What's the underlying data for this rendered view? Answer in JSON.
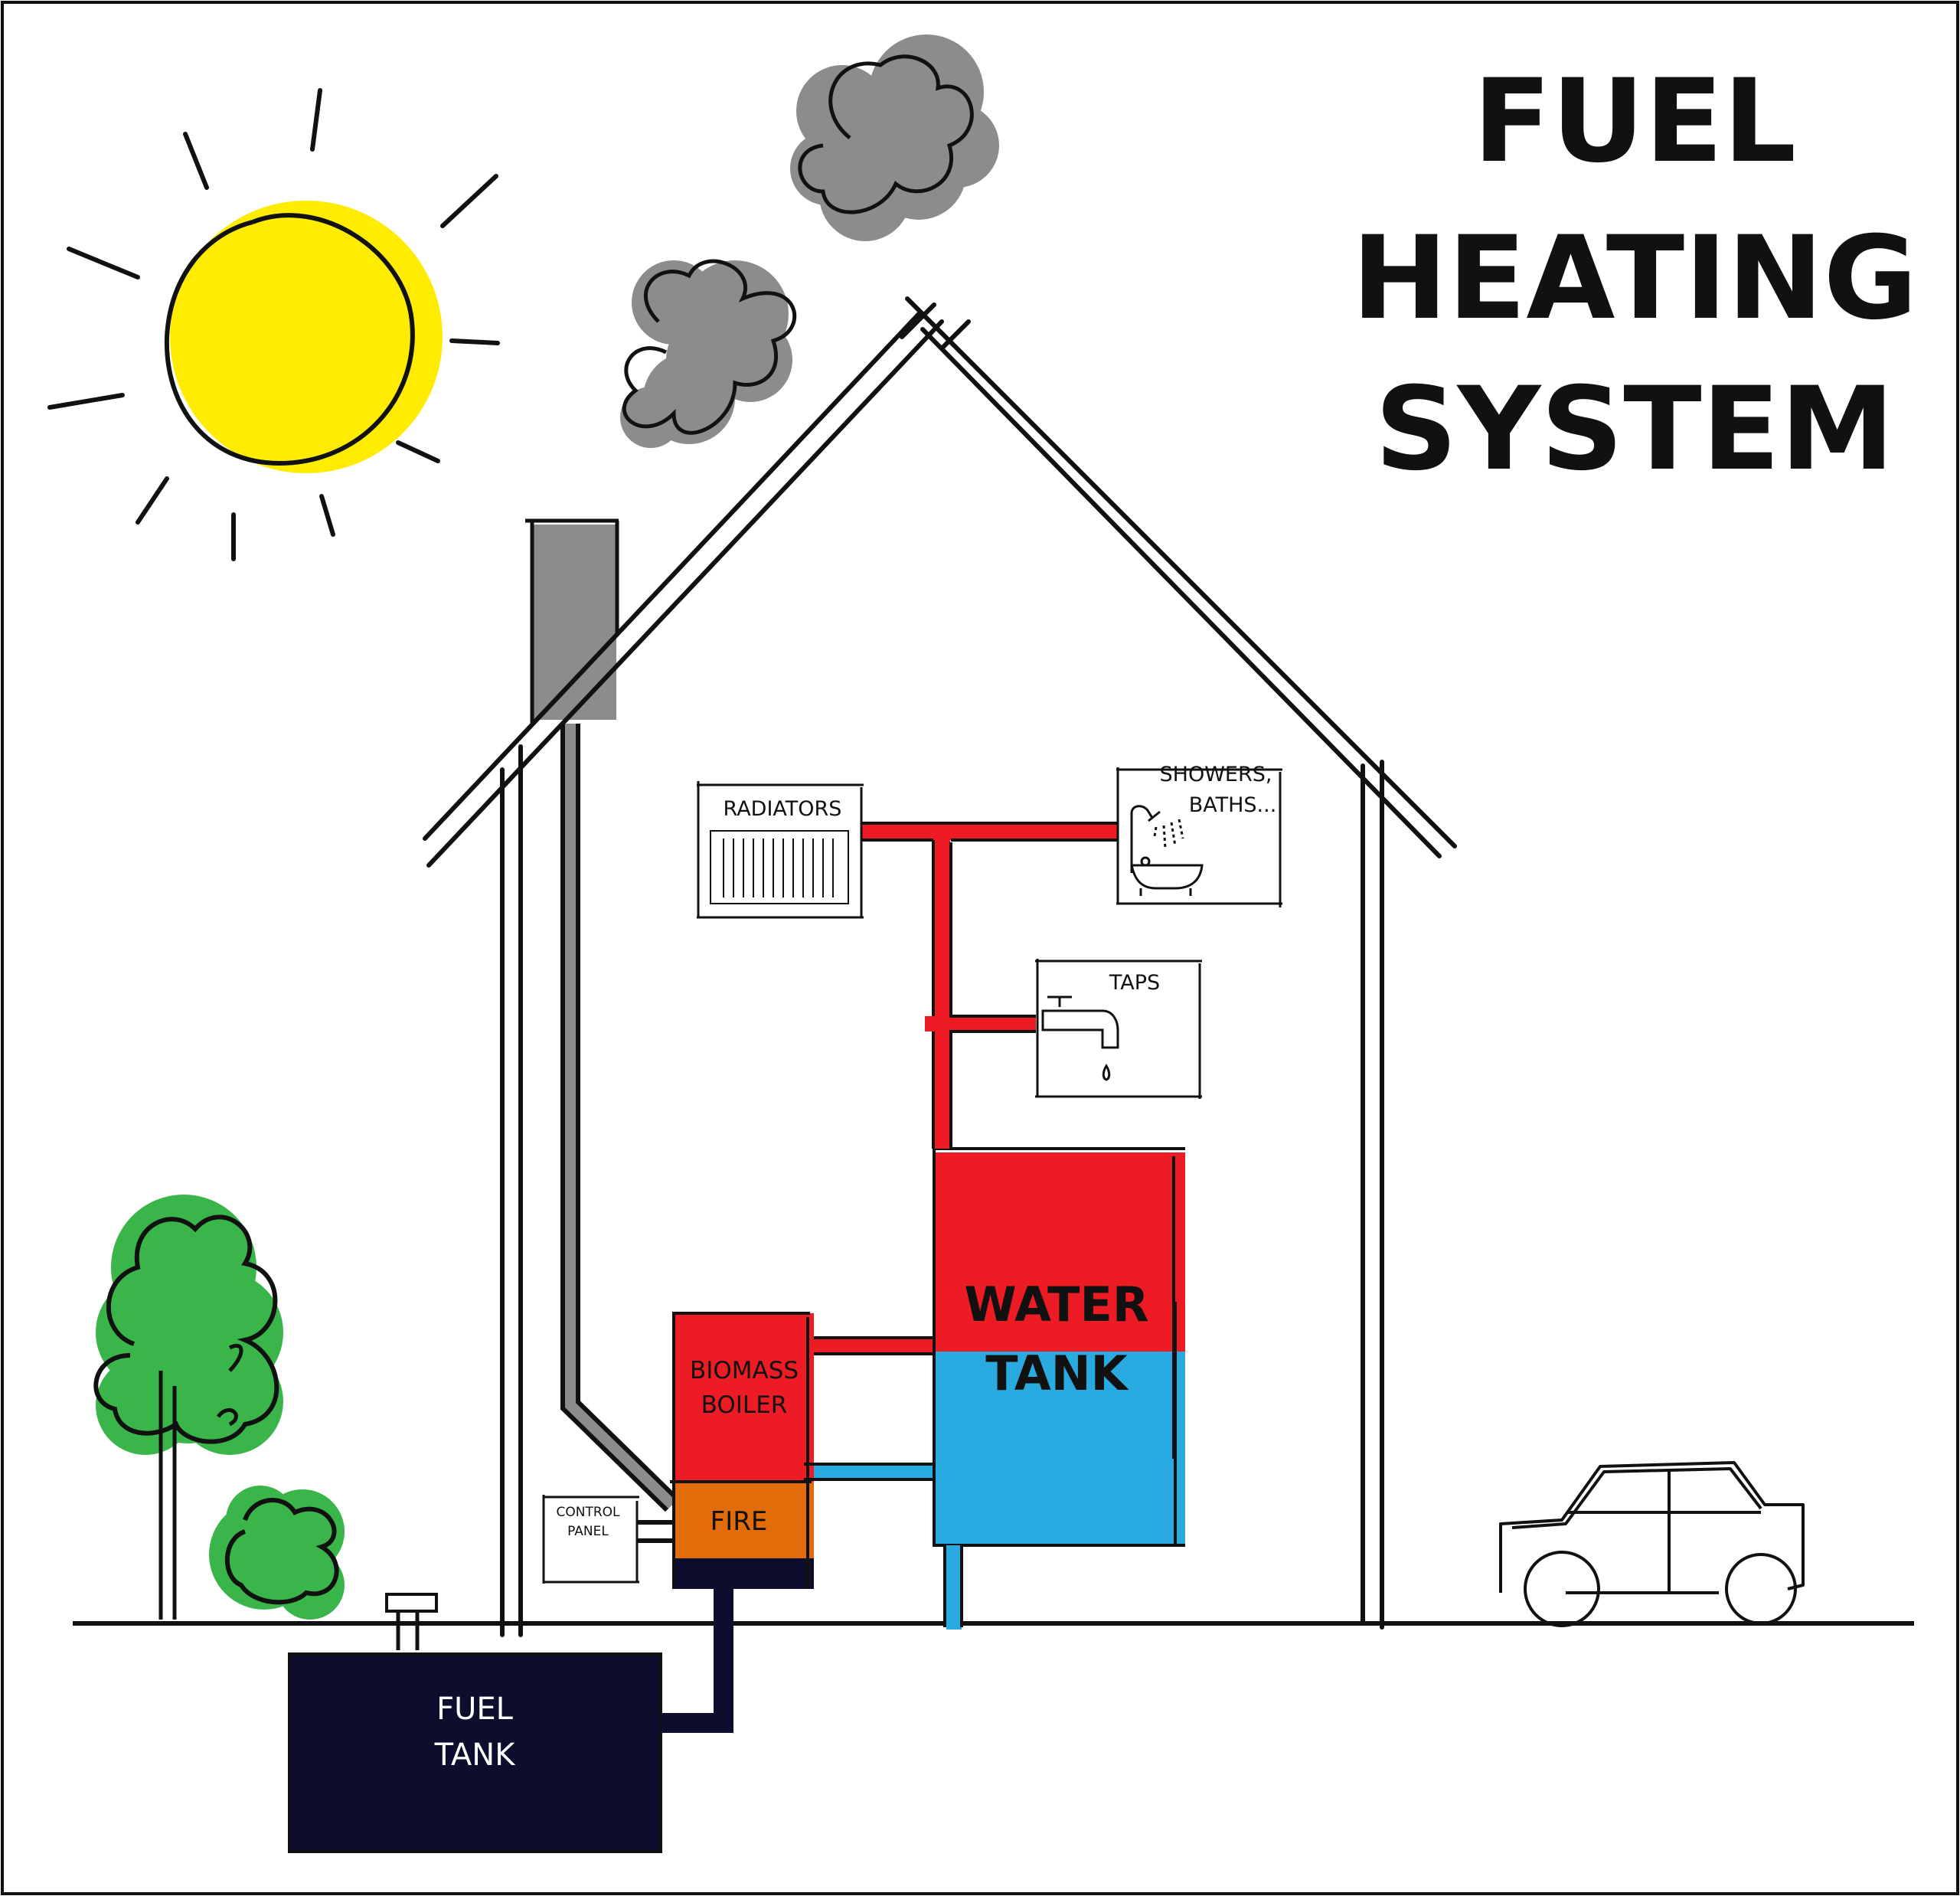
{
  "title": {
    "line1": "FUEL",
    "line2": "HEATING",
    "line3": "SYSTEM"
  },
  "labels": {
    "radiators": "RADIATORS",
    "showers_line1": "SHOWERS,",
    "showers_line2": "BATHS...",
    "taps": "TAPS",
    "water_tank_line1": "WATER",
    "water_tank_line2": "TANK",
    "boiler_line1": "BIOMASS",
    "boiler_line2": "BOILER",
    "fire": "FIRE",
    "control_panel_line1": "CONTROL",
    "control_panel_line2": "PANEL",
    "fuel_tank_line1": "FUEL",
    "fuel_tank_line2": "TANK"
  },
  "colors": {
    "hot_water": "#ed1c24",
    "cold_water": "#29abe2",
    "fire": "#e36c0a",
    "fuel_tank": "#0d0d2e",
    "sun": "#ffec00",
    "smoke": "#8c8c8c",
    "tree": "#3ab54a",
    "outline": "#111111"
  }
}
